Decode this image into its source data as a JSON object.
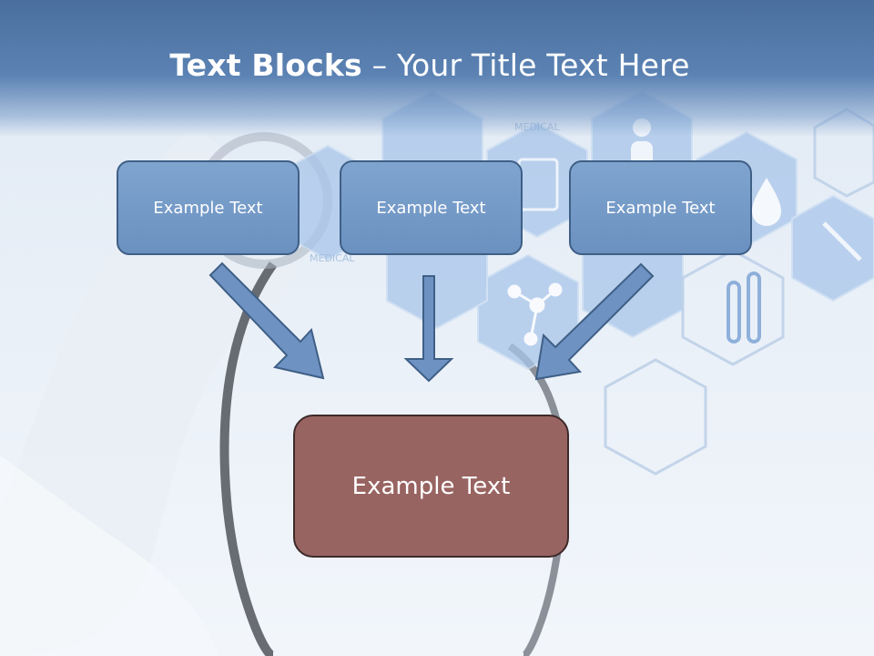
{
  "slide": {
    "title_bold": "Text Blocks",
    "title_dash": " – ",
    "title_rest": "Your Title Text Here"
  },
  "blocks": [
    {
      "label": "Example Text"
    },
    {
      "label": "Example Text"
    },
    {
      "label": "Example Text"
    }
  ],
  "result_block": {
    "label": "Example Text"
  },
  "background": {
    "watermark_text": "MEDICAL"
  },
  "colors": {
    "header": "#5b82b3",
    "block_fill": "#7297c6",
    "block_border": "#3f5f86",
    "result_fill": "#986461",
    "arrow_fill": "#6e92c2"
  }
}
